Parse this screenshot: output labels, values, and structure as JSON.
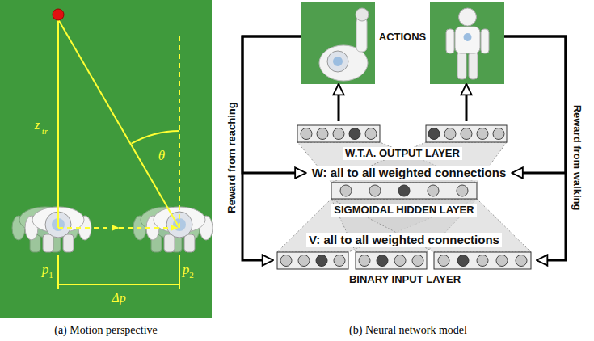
{
  "diagram": {
    "nodes": [
      {
        "text": [
          "ACTIONS"
        ]
      },
      {
        "text": [
          "W.T.A. OUTPUT LAYER"
        ]
      },
      {
        "text": [
          "W: all to all weighted connections"
        ]
      },
      {
        "text": [
          "SIGMOIDAL HIDDEN LAYER"
        ]
      },
      {
        "text": [
          "V: all to all weighted connections"
        ]
      },
      {
        "text": [
          "BINARY INPUT LAYER"
        ]
      }
    ],
    "edges": [
      {
        "from": 1,
        "to": 0,
        "arrow": "to"
      },
      {
        "from": 1,
        "to": 0,
        "arrow": "to"
      },
      {
        "from": 0,
        "to": 5,
        "label": "Reward from reaching",
        "arrow": "to"
      },
      {
        "from": 0,
        "to": 2,
        "arrow": "to"
      },
      {
        "from": 0,
        "to": 5,
        "label": "Reward from walking",
        "arrow": "to"
      },
      {
        "from": 0,
        "to": 2,
        "arrow": "to"
      }
    ],
    "labels": [
      "z",
      "tr",
      "θ",
      "p",
      "1",
      "p",
      "2",
      "Δp",
      "(a) Motion perspective",
      "(b) Neural network model"
    ]
  }
}
